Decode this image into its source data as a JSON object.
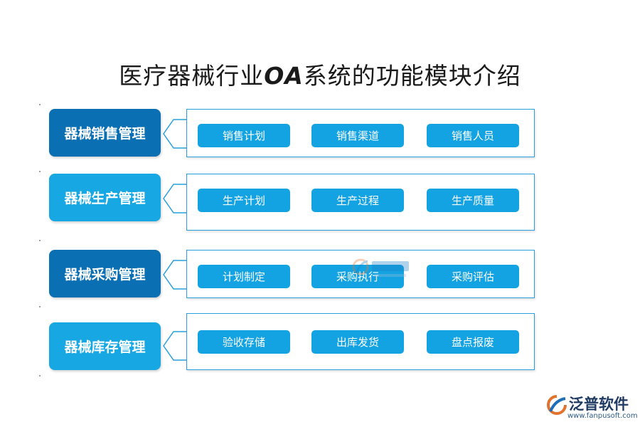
{
  "title": {
    "prefix": "医疗器械行业",
    "highlight": "OA",
    "suffix": "系统的功能模块介绍"
  },
  "colors": {
    "dark_blue": "#0b6fb3",
    "light_blue": "#17a8e4",
    "item_blue": "#13a3e2",
    "border": "#29a0dc"
  },
  "modules": [
    {
      "name": "器械销售管理",
      "style": "dark",
      "items": [
        "销售计划",
        "销售渠道",
        "销售人员"
      ]
    },
    {
      "name": "器械生产管理",
      "style": "light",
      "items": [
        "生产计划",
        "生产过程",
        "生产质量"
      ]
    },
    {
      "name": "器械采购管理",
      "style": "dark",
      "items": [
        "计划制定",
        "采购执行",
        "采购评估"
      ]
    },
    {
      "name": "器械库存管理",
      "style": "light",
      "items": [
        "验收存储",
        "出库发货",
        "盘点报废"
      ]
    }
  ],
  "logo": {
    "name": "泛普软件",
    "url": "www.fanpusoft.com",
    "icon": "fanpu-logo-icon"
  },
  "watermark": {
    "icon": "fanpu-watermark-icon"
  }
}
